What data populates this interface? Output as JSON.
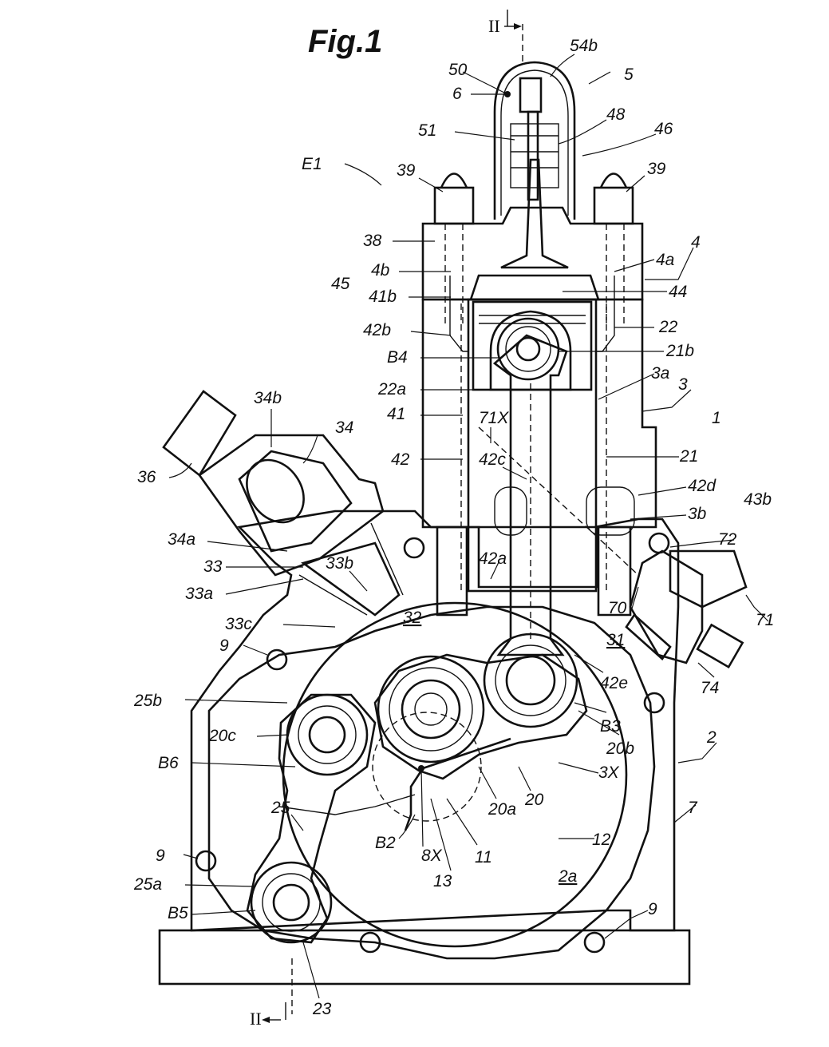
{
  "figure": {
    "title": "Fig.1",
    "section_mark": "II"
  },
  "labels": [
    {
      "id": "54b",
      "text": "54b"
    },
    {
      "id": "5",
      "text": "5"
    },
    {
      "id": "50",
      "text": "50"
    },
    {
      "id": "6",
      "text": "6"
    },
    {
      "id": "51",
      "text": "51"
    },
    {
      "id": "48",
      "text": "48"
    },
    {
      "id": "46",
      "text": "46"
    },
    {
      "id": "E1",
      "text": "E1"
    },
    {
      "id": "39a",
      "text": "39"
    },
    {
      "id": "39b",
      "text": "39"
    },
    {
      "id": "38",
      "text": "38"
    },
    {
      "id": "4b",
      "text": "4b"
    },
    {
      "id": "4a",
      "text": "4a"
    },
    {
      "id": "4",
      "text": "4"
    },
    {
      "id": "45",
      "text": "45"
    },
    {
      "id": "41b",
      "text": "41b"
    },
    {
      "id": "44",
      "text": "44"
    },
    {
      "id": "42b",
      "text": "42b"
    },
    {
      "id": "22",
      "text": "22"
    },
    {
      "id": "B4",
      "text": "B4"
    },
    {
      "id": "21b",
      "text": "21b"
    },
    {
      "id": "3a",
      "text": "3a"
    },
    {
      "id": "22a",
      "text": "22a"
    },
    {
      "id": "3",
      "text": "3"
    },
    {
      "id": "34b",
      "text": "34b"
    },
    {
      "id": "34",
      "text": "34"
    },
    {
      "id": "41",
      "text": "41"
    },
    {
      "id": "71X",
      "text": "71X"
    },
    {
      "id": "1",
      "text": "1"
    },
    {
      "id": "36",
      "text": "36"
    },
    {
      "id": "42",
      "text": "42"
    },
    {
      "id": "42c",
      "text": "42c"
    },
    {
      "id": "21",
      "text": "21"
    },
    {
      "id": "42d",
      "text": "42d"
    },
    {
      "id": "43b",
      "text": "43b"
    },
    {
      "id": "3b",
      "text": "3b"
    },
    {
      "id": "34a",
      "text": "34a"
    },
    {
      "id": "72",
      "text": "72"
    },
    {
      "id": "33",
      "text": "33"
    },
    {
      "id": "33b",
      "text": "33b"
    },
    {
      "id": "42a",
      "text": "42a"
    },
    {
      "id": "33a",
      "text": "33a"
    },
    {
      "id": "70",
      "text": "70"
    },
    {
      "id": "71",
      "text": "71"
    },
    {
      "id": "33c",
      "text": "33c"
    },
    {
      "id": "32",
      "text": "32"
    },
    {
      "id": "31",
      "text": "31"
    },
    {
      "id": "9a",
      "text": "9"
    },
    {
      "id": "74",
      "text": "74"
    },
    {
      "id": "42e",
      "text": "42e"
    },
    {
      "id": "25b",
      "text": "25b"
    },
    {
      "id": "B3",
      "text": "B3"
    },
    {
      "id": "20c",
      "text": "20c"
    },
    {
      "id": "20b",
      "text": "20b"
    },
    {
      "id": "2",
      "text": "2"
    },
    {
      "id": "B6",
      "text": "B6"
    },
    {
      "id": "20",
      "text": "20"
    },
    {
      "id": "3X",
      "text": "3X"
    },
    {
      "id": "25",
      "text": "25"
    },
    {
      "id": "20a",
      "text": "20a"
    },
    {
      "id": "7",
      "text": "7"
    },
    {
      "id": "12",
      "text": "12"
    },
    {
      "id": "9b",
      "text": "9"
    },
    {
      "id": "B2",
      "text": "B2"
    },
    {
      "id": "8X",
      "text": "8X"
    },
    {
      "id": "11",
      "text": "11"
    },
    {
      "id": "25a",
      "text": "25a"
    },
    {
      "id": "13",
      "text": "13"
    },
    {
      "id": "2a",
      "text": "2a"
    },
    {
      "id": "B5",
      "text": "B5"
    },
    {
      "id": "9c",
      "text": "9"
    },
    {
      "id": "23",
      "text": "23"
    }
  ]
}
